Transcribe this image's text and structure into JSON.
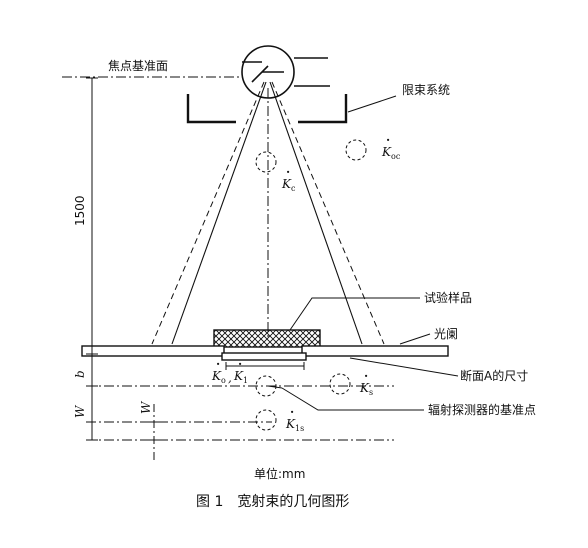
{
  "labels": {
    "focal_plane": "焦点基准面",
    "collimator": "限束系统",
    "sample": "试验样品",
    "diaphragm": "光阑",
    "section": "断面A的尺寸",
    "detector_ref": "辐射探测器的基准点"
  },
  "dimensions": {
    "distance": "1500",
    "b": "b",
    "w_outer": "W",
    "w_inner": "W"
  },
  "symbols": {
    "k_oc": {
      "main": "K",
      "sub": "oc"
    },
    "k_c": {
      "main": "K",
      "sub": "c"
    },
    "k_o": {
      "main": "K",
      "sub": "o"
    },
    "k_1": {
      "main": "K",
      "sub": "1"
    },
    "k_s": {
      "main": "K",
      "sub": "s"
    },
    "k_1s": {
      "main": "K",
      "sub": "1s"
    }
  },
  "units": "单位:mm",
  "caption": "图 1　宽射束的几何图形"
}
